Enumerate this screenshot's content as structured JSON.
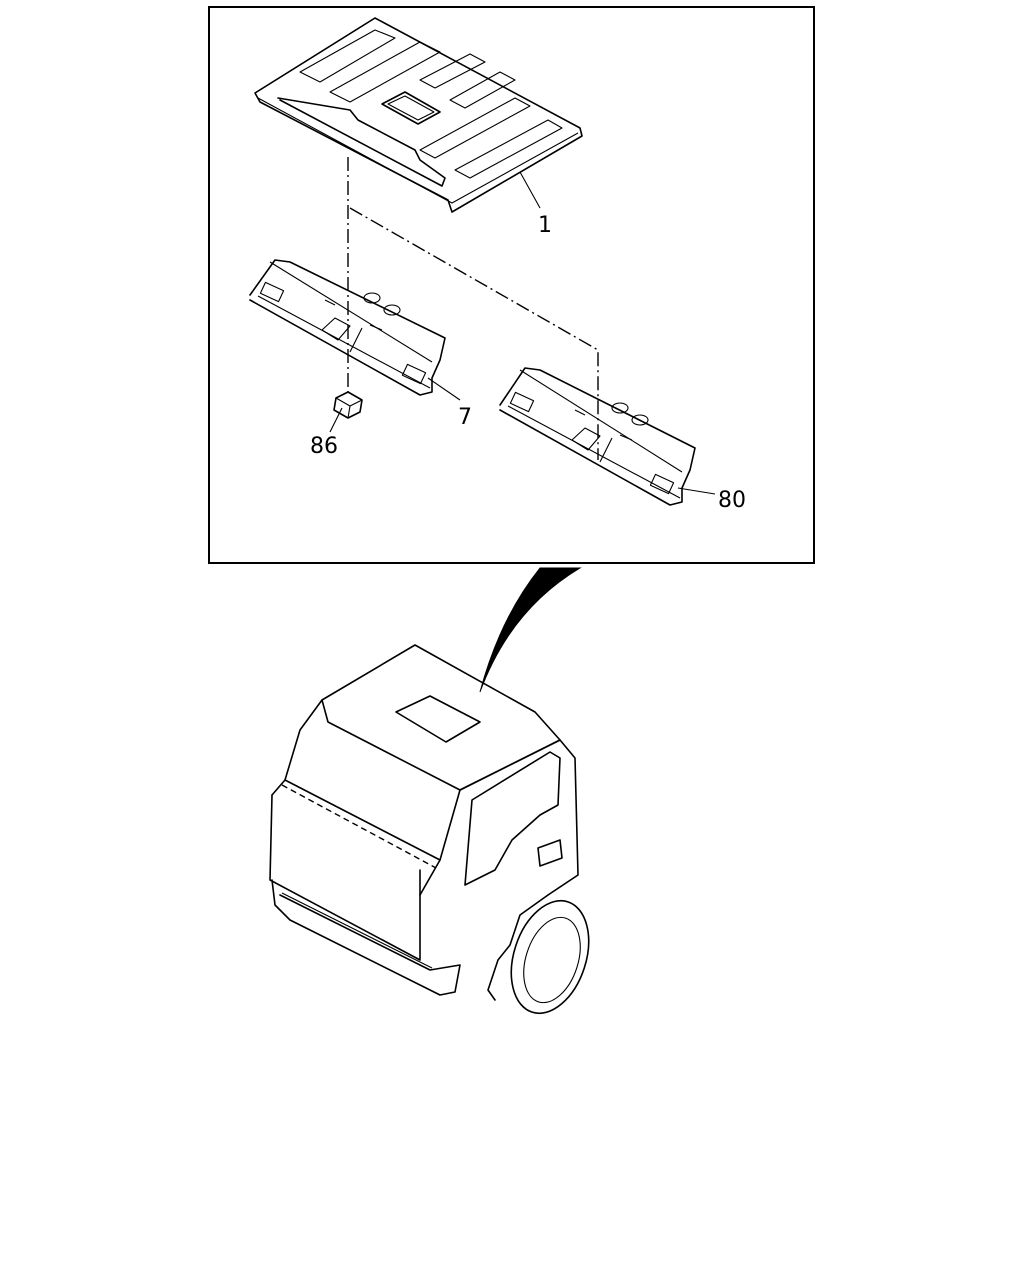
{
  "callouts": {
    "roof_lining": "1",
    "front_trim_panel": "7",
    "rear_trim_panel": "80",
    "clip": "86"
  },
  "colors": {
    "line": "#000000",
    "background": "#ffffff"
  }
}
